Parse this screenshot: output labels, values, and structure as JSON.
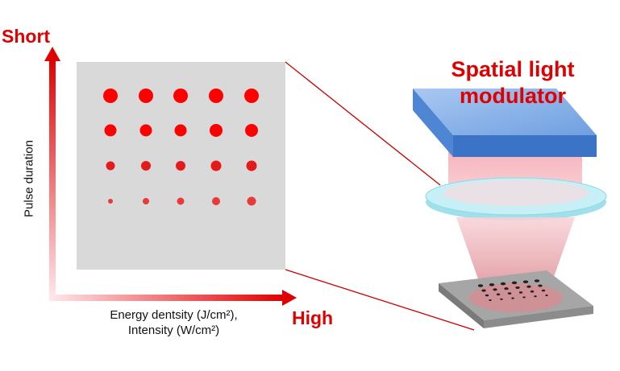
{
  "labels": {
    "short": "Short",
    "high": "High",
    "y_axis": "Pulse duration",
    "x_axis_line1": "Energy dentsity (J/cm²),",
    "x_axis_line2": "Intensity (W/cm²)",
    "slm_line1": "Spatial light",
    "slm_line2": "modulator"
  },
  "dot_grid": {
    "rows": [
      {
        "radii": [
          9,
          9,
          9,
          9,
          9
        ]
      },
      {
        "radii": [
          7.5,
          7.5,
          7.5,
          8,
          8
        ]
      },
      {
        "radii": [
          5.5,
          6,
          6,
          6.5,
          6.5
        ]
      },
      {
        "radii": [
          3,
          4,
          4.5,
          5,
          5.5
        ]
      }
    ]
  },
  "colors": {
    "accent": "#e00000",
    "panel": "#d9d9d9",
    "slm_top": "#8fb6ea",
    "lens": "#c7f0f6",
    "beam": "#f7b8c0"
  }
}
